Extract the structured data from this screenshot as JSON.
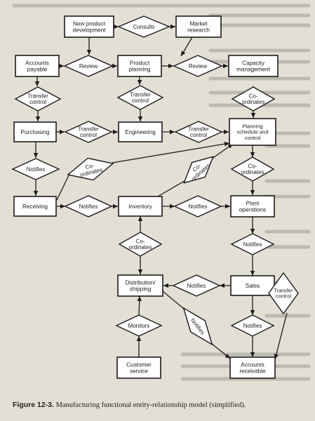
{
  "entities": {
    "new_product_development": [
      "New product",
      "development"
    ],
    "market_research": [
      "Market",
      "research"
    ],
    "accounts_payable": [
      "Accounts",
      "payable"
    ],
    "product_planning": [
      "Product",
      "planning"
    ],
    "capacity_management": [
      "Capacity",
      "management"
    ],
    "purchasing": [
      "Purchasing"
    ],
    "engineering": [
      "Engineering"
    ],
    "planning_schedule_control": [
      "Planning",
      "schedule and",
      "control"
    ],
    "receiving": [
      "Receiving"
    ],
    "inventory": [
      "Inventory"
    ],
    "plant_operations": [
      "Plant",
      "operations"
    ],
    "distribution_shipping": [
      "Distribution/",
      "shipping"
    ],
    "sales": [
      "Sales"
    ],
    "customer_service": [
      "Customer",
      "service"
    ],
    "accounts_receivable": [
      "Accounts",
      "receivable"
    ]
  },
  "relationships": {
    "consults": [
      "Consults"
    ],
    "review_left": [
      "Review"
    ],
    "review_right": [
      "Review"
    ],
    "transfer_control_left": [
      "Transfer",
      "control"
    ],
    "transfer_control_mid": [
      "Transfer",
      "control"
    ],
    "coordinates_capacity": [
      "Co-",
      "ordinates"
    ],
    "transfer_control_purch_eng": [
      "Transfer",
      "control"
    ],
    "transfer_control_eng_plan": [
      "Transfer",
      "control"
    ],
    "notifies_purch_recv": [
      "Notifies"
    ],
    "coordinates_recv_plan": [
      "Co-",
      "ordinates"
    ],
    "coordinates_inv_plan": [
      "Co-",
      "ordinates"
    ],
    "coordinates_plan_plant": [
      "Co-",
      "ordinates"
    ],
    "notifies_recv_inv": [
      "Notifies"
    ],
    "notifies_inv_plant": [
      "Notifies"
    ],
    "coordinates_inv_dist": [
      "Co-",
      "ordinates"
    ],
    "notifies_plant_sales": [
      "Notifies"
    ],
    "notifies_dist_sales": [
      "Notifies"
    ],
    "transfer_control_sales_ar": [
      "Transfer",
      "control"
    ],
    "monitors": [
      "Monitors"
    ],
    "notifies_dist_ar": [
      "Notifies"
    ],
    "notifies_sales_ar": [
      "Notifies"
    ]
  },
  "caption": {
    "label": "Figure 12-3.",
    "text": "Manufacturing functional entity-relationship model (simplified)."
  },
  "colors": {
    "paper": "#ece7dc",
    "ink": "#1b1b1b",
    "fill": "#ffffff"
  }
}
